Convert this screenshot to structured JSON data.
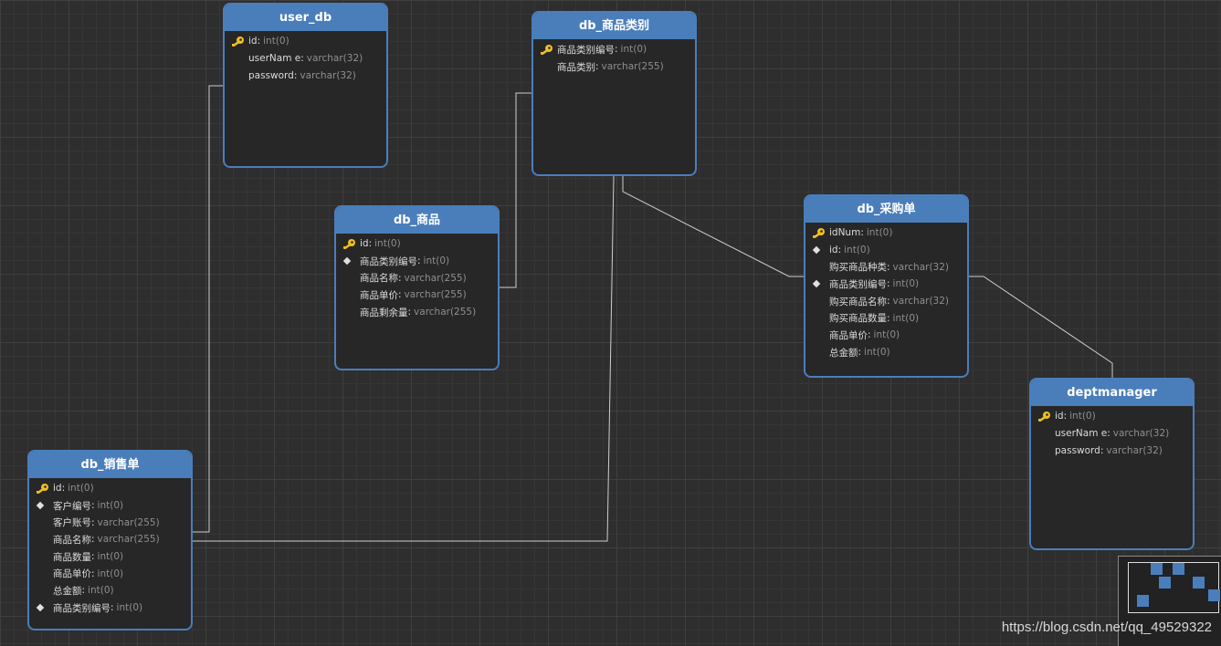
{
  "tables": [
    {
      "id": "user_db",
      "title": "user_db",
      "fields": [
        {
          "name": "id",
          "type": "int(0)",
          "icon": "key"
        },
        {
          "name": "userNam e",
          "type": "varchar(32)",
          "icon": ""
        },
        {
          "name": "password",
          "type": "varchar(32)",
          "icon": ""
        }
      ]
    },
    {
      "id": "db_category",
      "title": "db_商品类别",
      "fields": [
        {
          "name": "商品类别编号",
          "type": "int(0)",
          "icon": "key"
        },
        {
          "name": "商品类别",
          "type": "varchar(255)",
          "icon": ""
        }
      ]
    },
    {
      "id": "db_product",
      "title": "db_商品",
      "fields": [
        {
          "name": "id",
          "type": "int(0)",
          "icon": "key"
        },
        {
          "name": "商品类别编号",
          "type": "int(0)",
          "icon": "fk"
        },
        {
          "name": "商品名称",
          "type": "varchar(255)",
          "icon": ""
        },
        {
          "name": "商品单价",
          "type": "varchar(255)",
          "icon": ""
        },
        {
          "name": "商品剩余量",
          "type": "varchar(255)",
          "icon": ""
        }
      ]
    },
    {
      "id": "db_purchase",
      "title": "db_采购单",
      "fields": [
        {
          "name": "idNum",
          "type": "int(0)",
          "icon": "key"
        },
        {
          "name": "id",
          "type": "int(0)",
          "icon": "fk"
        },
        {
          "name": "购买商品种类",
          "type": "varchar(32)",
          "icon": ""
        },
        {
          "name": "商品类别编号",
          "type": "int(0)",
          "icon": "fk"
        },
        {
          "name": "购买商品名称",
          "type": "varchar(32)",
          "icon": ""
        },
        {
          "name": "购买商品数量",
          "type": "int(0)",
          "icon": ""
        },
        {
          "name": "商品单价",
          "type": "int(0)",
          "icon": ""
        },
        {
          "name": "总金额",
          "type": "int(0)",
          "icon": ""
        }
      ]
    },
    {
      "id": "deptmanager",
      "title": "deptmanager",
      "fields": [
        {
          "name": "id",
          "type": "int(0)",
          "icon": "key"
        },
        {
          "name": "userNam e",
          "type": "varchar(32)",
          "icon": ""
        },
        {
          "name": "password",
          "type": "varchar(32)",
          "icon": ""
        }
      ]
    },
    {
      "id": "db_sales",
      "title": "db_销售单",
      "fields": [
        {
          "name": "id",
          "type": "int(0)",
          "icon": "key"
        },
        {
          "name": "客户编号",
          "type": "int(0)",
          "icon": "fk"
        },
        {
          "name": "客户账号",
          "type": "varchar(255)",
          "icon": ""
        },
        {
          "name": "商品名称",
          "type": "varchar(255)",
          "icon": ""
        },
        {
          "name": "商品数量",
          "type": "int(0)",
          "icon": ""
        },
        {
          "name": "商品单价",
          "type": "int(0)",
          "icon": ""
        },
        {
          "name": "总金额",
          "type": "int(0)",
          "icon": ""
        },
        {
          "name": "商品类别编号",
          "type": "int(0)",
          "icon": "fk"
        }
      ]
    }
  ],
  "colors": {
    "header": "#4a7ebb",
    "body": "#272727",
    "connector": "#d0d0d0",
    "key": "#f0c020"
  },
  "watermark": "https://blog.csdn.net/qq_49529322"
}
